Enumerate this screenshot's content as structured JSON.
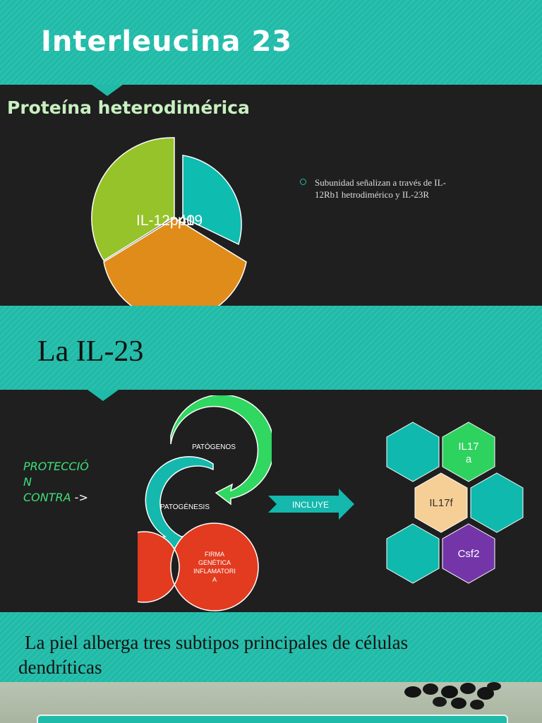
{
  "slide1": {
    "title": "Interleucina 23",
    "subtitle": "Proteína heterodimérica",
    "pie_labels": [
      "IL-12p40",
      "p19"
    ],
    "bullet": "Subunidad señalizan a través de IL-12Rb1 hetrodimérico y IL-23R",
    "colors": {
      "slice_teal": "#0fbcb0",
      "slice_orange": "#e08c1a",
      "slice_green": "#96c22a"
    }
  },
  "slide2": {
    "title": "La IL-23",
    "left_text_lines": [
      "PROTECCIÓ",
      "N"
    ],
    "left_text_last": "CONTRA",
    "left_text_arrow": " ->",
    "cycle": {
      "step1": "PATÓGENOS",
      "step2": "PATOGÉNESIS",
      "step3_lines": [
        "FIRMA",
        "GENÉTICA",
        "INFLAMATORI",
        "A"
      ]
    },
    "arrow_label": "INCLUYE",
    "hexes": {
      "il17a": [
        "IL17",
        "a"
      ],
      "il17f": "IL17f",
      "csf2": "Csf2"
    },
    "colors": {
      "green": "#30d760",
      "teal": "#14b8ad",
      "red": "#e23b1f",
      "hex_teal": "#0fb9ad",
      "hex_green": "#2ed25e",
      "hex_peach": "#f6cf96",
      "hex_purple": "#7435a8"
    }
  },
  "slide3": {
    "title_lines": [
      "La piel alberga tres subtipos principales de células",
      "dendríticas"
    ]
  }
}
